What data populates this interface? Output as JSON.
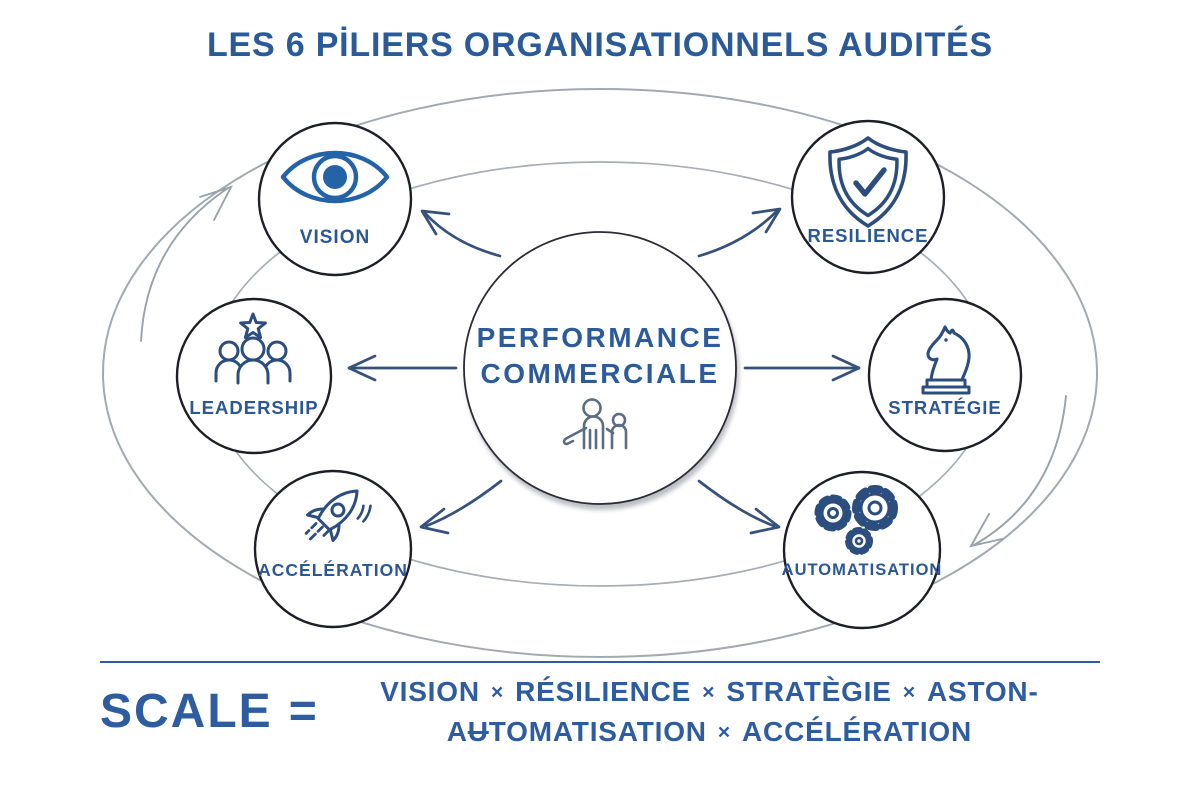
{
  "title": "LES 6 PİLIERS ORGANISATIONNELS AUDITÉS",
  "center": {
    "line1": "PERFORMANCE",
    "line2": "COMMERCIALE",
    "icon": "mentorship-people-icon"
  },
  "pillars": [
    {
      "label": "VISION",
      "icon": "eye-icon"
    },
    {
      "label": "RESILIENCE",
      "icon": "shield-check-icon"
    },
    {
      "label": "LEADERSHIP",
      "icon": "team-star-icon"
    },
    {
      "label": "STRATÉGIE",
      "icon": "chess-knight-icon"
    },
    {
      "label": "ACCÉLÉRATION",
      "icon": "rocket-icon"
    },
    {
      "label": "AUTOMATISATION",
      "icon": "gears-icon"
    }
  ],
  "formula": {
    "lhs": "SCALE",
    "eq": "=",
    "line1": [
      "VISION",
      "×",
      "RÉSILIENCE",
      "×",
      "STRATÈGIE",
      "×",
      "ASTON-"
    ],
    "line2_pre": "A",
    "line2_struck": "U",
    "line2_rest": "TOMATISATION",
    "line2_times": "×",
    "line2_last": "ACCÉLÉRATION"
  },
  "colors": {
    "heading": "#2a5a97",
    "label": "#2b5796",
    "icon": "#2c4e7e",
    "eye_icon": "#2563a8",
    "arrow": "#35517c",
    "ring_gray": "#a3a9b0",
    "circle_stroke": "#1d1f26",
    "formula": "#2e5ca0"
  }
}
